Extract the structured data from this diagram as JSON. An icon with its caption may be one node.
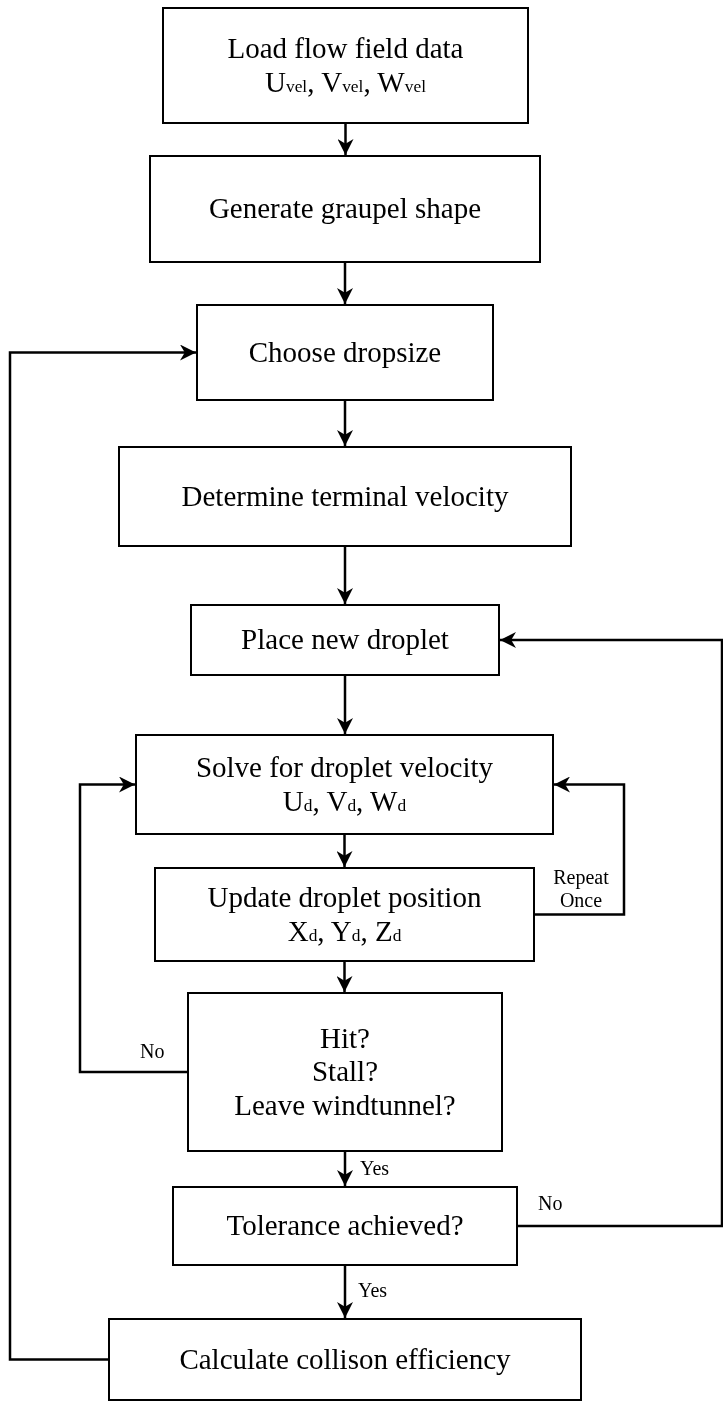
{
  "diagram": {
    "nodes": [
      {
        "text": [
          "Load flow field data",
          "U$_{vel}$, V$_{vel}$, W$_{vel}$"
        ]
      },
      {
        "text": [
          "Generate graupel shape"
        ]
      },
      {
        "text": [
          "Choose dropsize"
        ]
      },
      {
        "text": [
          "Determine terminal velocity"
        ]
      },
      {
        "text": [
          "Place new droplet"
        ]
      },
      {
        "text": [
          "Solve for droplet velocity",
          "U$_{d}$, V$_{d}$, W$_{d}$"
        ]
      },
      {
        "text": [
          "Update droplet position",
          "X$_{d}$, Y$_{d}$, Z$_{d}$"
        ]
      },
      {
        "text": [
          "Hit?",
          "Stall?",
          "Leave windtunnel?"
        ]
      },
      {
        "text": [
          "Tolerance achieved?"
        ]
      },
      {
        "text": [
          "Calculate collison efficiency"
        ]
      }
    ],
    "edges": [
      {
        "from": 0,
        "to": 1,
        "arrow": "to"
      },
      {
        "from": 1,
        "to": 2,
        "arrow": "to"
      },
      {
        "from": 2,
        "to": 3,
        "arrow": "to"
      },
      {
        "from": 3,
        "to": 4,
        "arrow": "to"
      },
      {
        "from": 4,
        "to": 5,
        "arrow": "to"
      },
      {
        "from": 5,
        "to": 6,
        "arrow": "to"
      },
      {
        "from": 6,
        "to": 5,
        "label": "Repeat Once",
        "arrow": "to"
      },
      {
        "from": 6,
        "to": 7,
        "arrow": "to"
      },
      {
        "from": 7,
        "to": 5,
        "label": "No",
        "arrow": "to"
      },
      {
        "from": 7,
        "to": 8,
        "label": "Yes",
        "arrow": "to"
      },
      {
        "from": 8,
        "to": 4,
        "label": "No",
        "arrow": "to"
      },
      {
        "from": 8,
        "to": 9,
        "label": "Yes",
        "arrow": "to"
      },
      {
        "from": 9,
        "to": 2,
        "arrow": "to"
      }
    ]
  }
}
